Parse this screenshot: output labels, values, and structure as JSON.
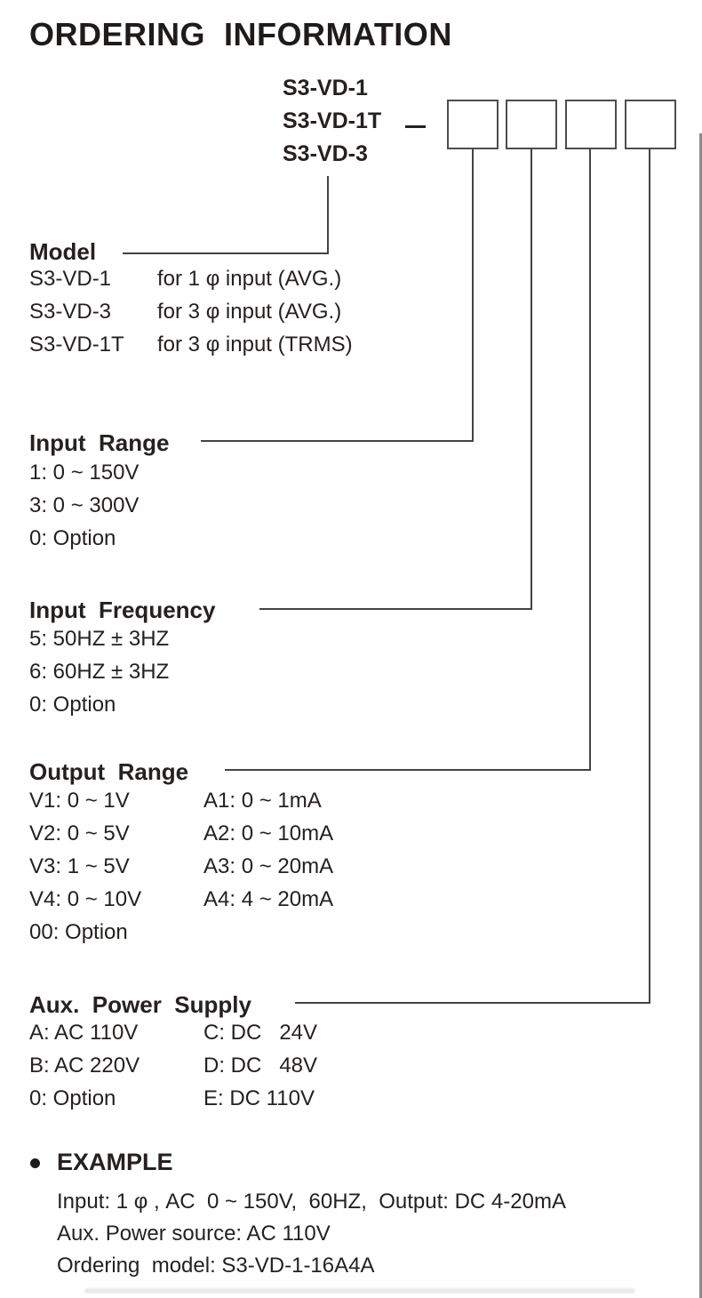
{
  "page": {
    "title": "ORDERING  INFORMATION"
  },
  "colors": {
    "text": "#262120",
    "line": "#434343",
    "box_border": "#4d4d4d",
    "scan_edge": "#8c8c8c"
  },
  "code_builder": {
    "models": [
      "S3-VD-1",
      "S3-VD-1T",
      "S3-VD-3"
    ],
    "separator": "_",
    "boxes": [
      "input-range-code",
      "input-frequency-code",
      "output-range-code",
      "aux-power-code"
    ]
  },
  "sections": {
    "model": {
      "heading": "Model",
      "rows": [
        {
          "code": "S3-VD-1",
          "desc": "for 1 φ input (AVG.)"
        },
        {
          "code": "S3-VD-3",
          "desc": "for 3 φ input (AVG.)"
        },
        {
          "code": "S3-VD-1T",
          "desc": "for 3 φ input (TRMS)"
        }
      ]
    },
    "input_range": {
      "heading": "Input  Range",
      "items": [
        "1: 0 ~ 150V",
        "3: 0 ~ 300V",
        "0: Option"
      ]
    },
    "input_frequency": {
      "heading": "Input  Frequency",
      "items": [
        "5: 50HZ ± 3HZ",
        "6: 60HZ ± 3HZ",
        "0: Option"
      ]
    },
    "output_range": {
      "heading": "Output  Range",
      "col1": [
        "V1: 0 ~ 1V",
        "V2: 0 ~ 5V",
        "V3: 1 ~ 5V",
        "V4: 0 ~ 10V",
        "00: Option"
      ],
      "col2": [
        "A1: 0 ~ 1mA",
        "A2: 0 ~ 10mA",
        "A3: 0 ~ 20mA",
        "A4: 4 ~ 20mA"
      ]
    },
    "aux_power_supply": {
      "heading": "Aux.  Power  Supply",
      "col1": [
        "A: AC 110V",
        "B: AC 220V",
        "0: Option"
      ],
      "col2": [
        "C: DC   24V",
        "D: DC   48V",
        "E: DC 110V"
      ]
    }
  },
  "example": {
    "heading": "EXAMPLE",
    "lines": [
      "Input: 1 φ , AC  0 ~ 150V,  60HZ,  Output: DC 4-20mA",
      "Aux. Power source: AC 110V",
      "Ordering  model: S3-VD-1-16A4A"
    ]
  }
}
